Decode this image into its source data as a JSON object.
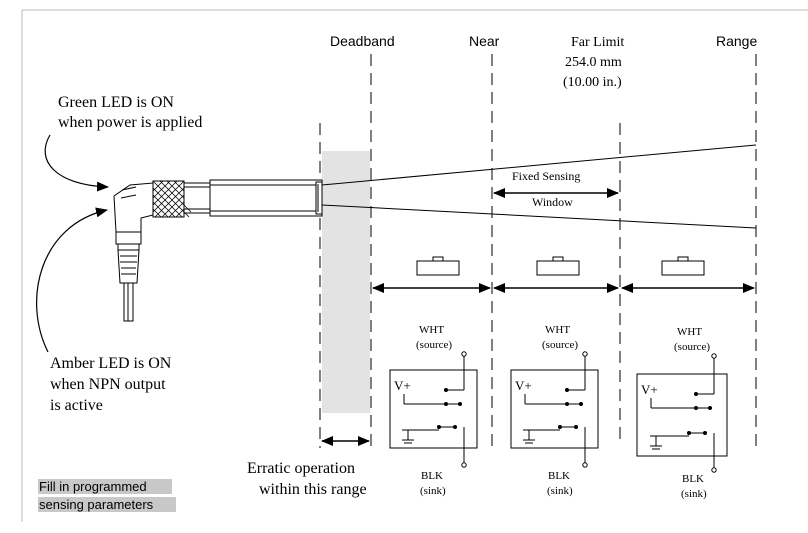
{
  "header": {
    "deadband": "Deadband",
    "near": "Near",
    "far_limit": "Far Limit",
    "far_mm": "254.0 mm",
    "far_in": "(10.00 in.)",
    "range": "Range"
  },
  "green_led": {
    "line1": "Green LED is ON",
    "line2": "when power is applied"
  },
  "amber_led": {
    "line1": "Amber LED is ON",
    "line2": "when NPN output",
    "line3": "is active"
  },
  "window": {
    "line1": "Fixed Sensing",
    "line2": "Window"
  },
  "erratic": {
    "line1": "Erratic operation",
    "line2": "within this range"
  },
  "note": {
    "line1": "Fill in programmed",
    "line2": "sensing parameters"
  },
  "schematic": {
    "wht": "WHT",
    "source": "(source)",
    "vplus": "V+",
    "blk": "BLK",
    "sink": "(sink)"
  }
}
